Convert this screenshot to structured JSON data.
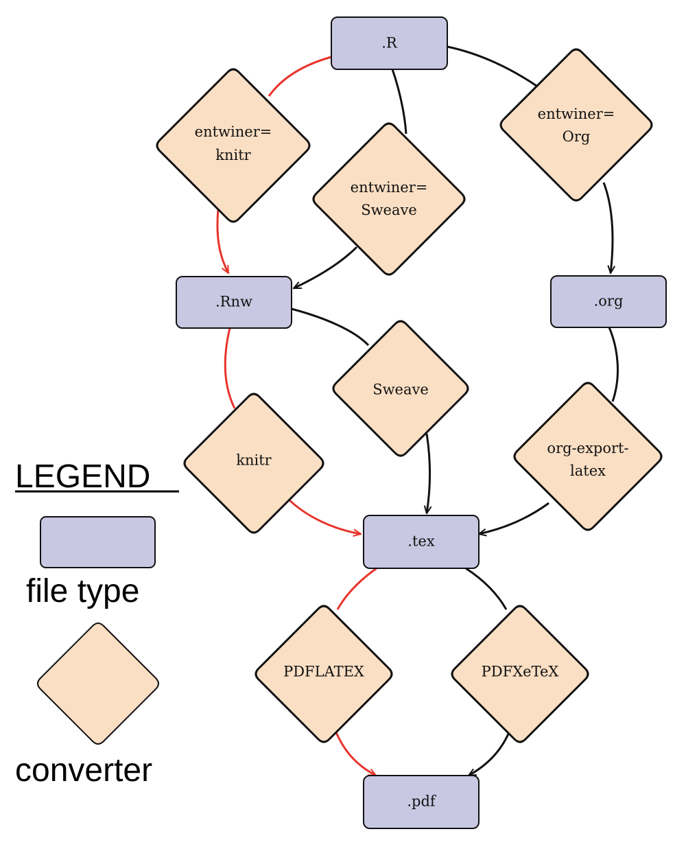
{
  "colors": {
    "file_fill": "#c9c8e3",
    "converter_fill": "#fbdfc4",
    "stroke": "#111111",
    "red_path": "#e8342c",
    "black_path": "#111111"
  },
  "nodes": {
    "r_file": ".R",
    "rnw_file": ".Rnw",
    "org_file": ".org",
    "tex_file": ".tex",
    "pdf_file": ".pdf",
    "entwiner_knitr": [
      "entwiner=",
      "knitr"
    ],
    "entwiner_sweave": [
      "entwiner=",
      "Sweave"
    ],
    "entwiner_org": [
      "entwiner=",
      "Org"
    ],
    "knitr": "knitr",
    "sweave": "Sweave",
    "org_export_latex": [
      "org-export-",
      "latex"
    ],
    "pdflatex": "PDFLATEX",
    "pdfxetex": "PDFXeTeX"
  },
  "legend": {
    "title": "LEGEND",
    "file_type_label": "file type",
    "converter_label": "converter"
  }
}
